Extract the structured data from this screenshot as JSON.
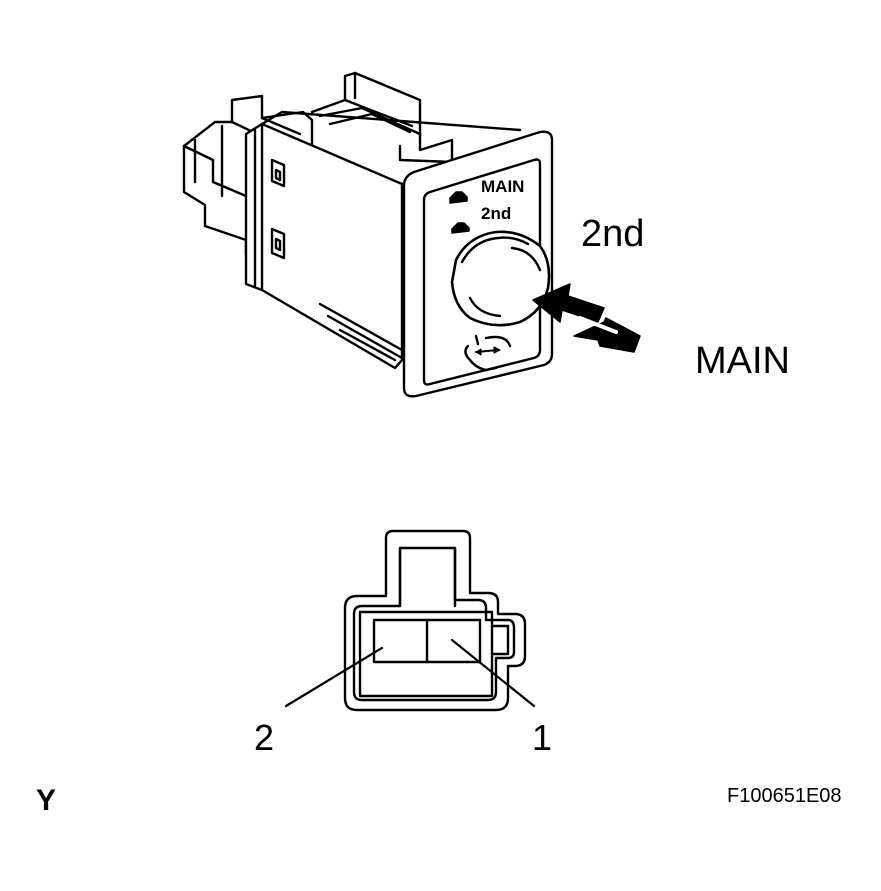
{
  "switch_face": {
    "main_text": "MAIN",
    "second_text": "2nd"
  },
  "callouts": {
    "second_label": "2nd",
    "main_label": "MAIN"
  },
  "connector": {
    "pin_left_label": "2",
    "pin_right_label": "1"
  },
  "footer": {
    "corner_mark": "Y",
    "figure_code": "F100651E08"
  },
  "icons": [
    "switch-body-icon",
    "push-arrow-icon",
    "pull-arrow-icon",
    "seat-icon",
    "connector-icon"
  ]
}
